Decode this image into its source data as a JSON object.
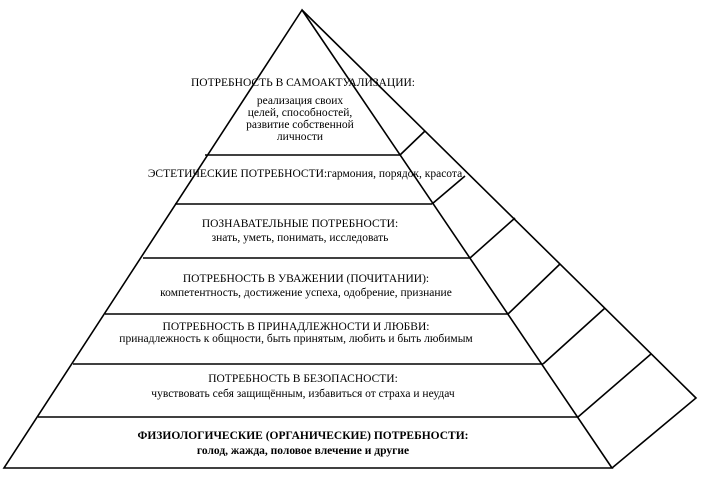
{
  "pyramid": {
    "levels": [
      {
        "id": "self-actualization",
        "title": "ПОТРЕБНОСТЬ В САМОАКТУАЛИЗАЦИИ:",
        "lines": [
          "реализация своих",
          "целей, способностей,",
          "развитие собственной",
          "личности"
        ],
        "bold": false
      },
      {
        "id": "aesthetic",
        "title": "ЭСТЕТИЧЕСКИЕ ПОТРЕБНОСТИ:гармония, порядок, красота",
        "lines": [],
        "bold": false
      },
      {
        "id": "cognitive",
        "title": "ПОЗНАВАТЕЛЬНЫЕ ПОТРЕБНОСТИ:",
        "lines": [
          "знать, уметь, понимать, исследовать"
        ],
        "bold": false
      },
      {
        "id": "esteem",
        "title": "ПОТРЕБНОСТЬ В УВАЖЕНИИ (ПОЧИТАНИИ):",
        "lines": [
          "компетентность, достижение успеха, одобрение, признание"
        ],
        "bold": false
      },
      {
        "id": "belonging",
        "title": "ПОТРЕБНОСТЬ В ПРИНАДЛЕЖНОСТИ И ЛЮБВИ:",
        "lines": [
          "принадлежность к общности, быть принятым, любить и быть любимым"
        ],
        "bold": false
      },
      {
        "id": "safety",
        "title": "ПОТРЕБНОСТЬ В БЕЗОПАСНОСТИ:",
        "lines": [
          "чувствовать себя защищённым, избавиться от страха и неудач"
        ],
        "bold": false
      },
      {
        "id": "physiological",
        "title": "ФИЗИОЛОГИЧЕСКИЕ (ОРГАНИЧЕСКИЕ) ПОТРЕБНОСТИ:",
        "lines": [
          "голод, жажда, половое влечение и другие"
        ],
        "bold": true
      }
    ]
  }
}
